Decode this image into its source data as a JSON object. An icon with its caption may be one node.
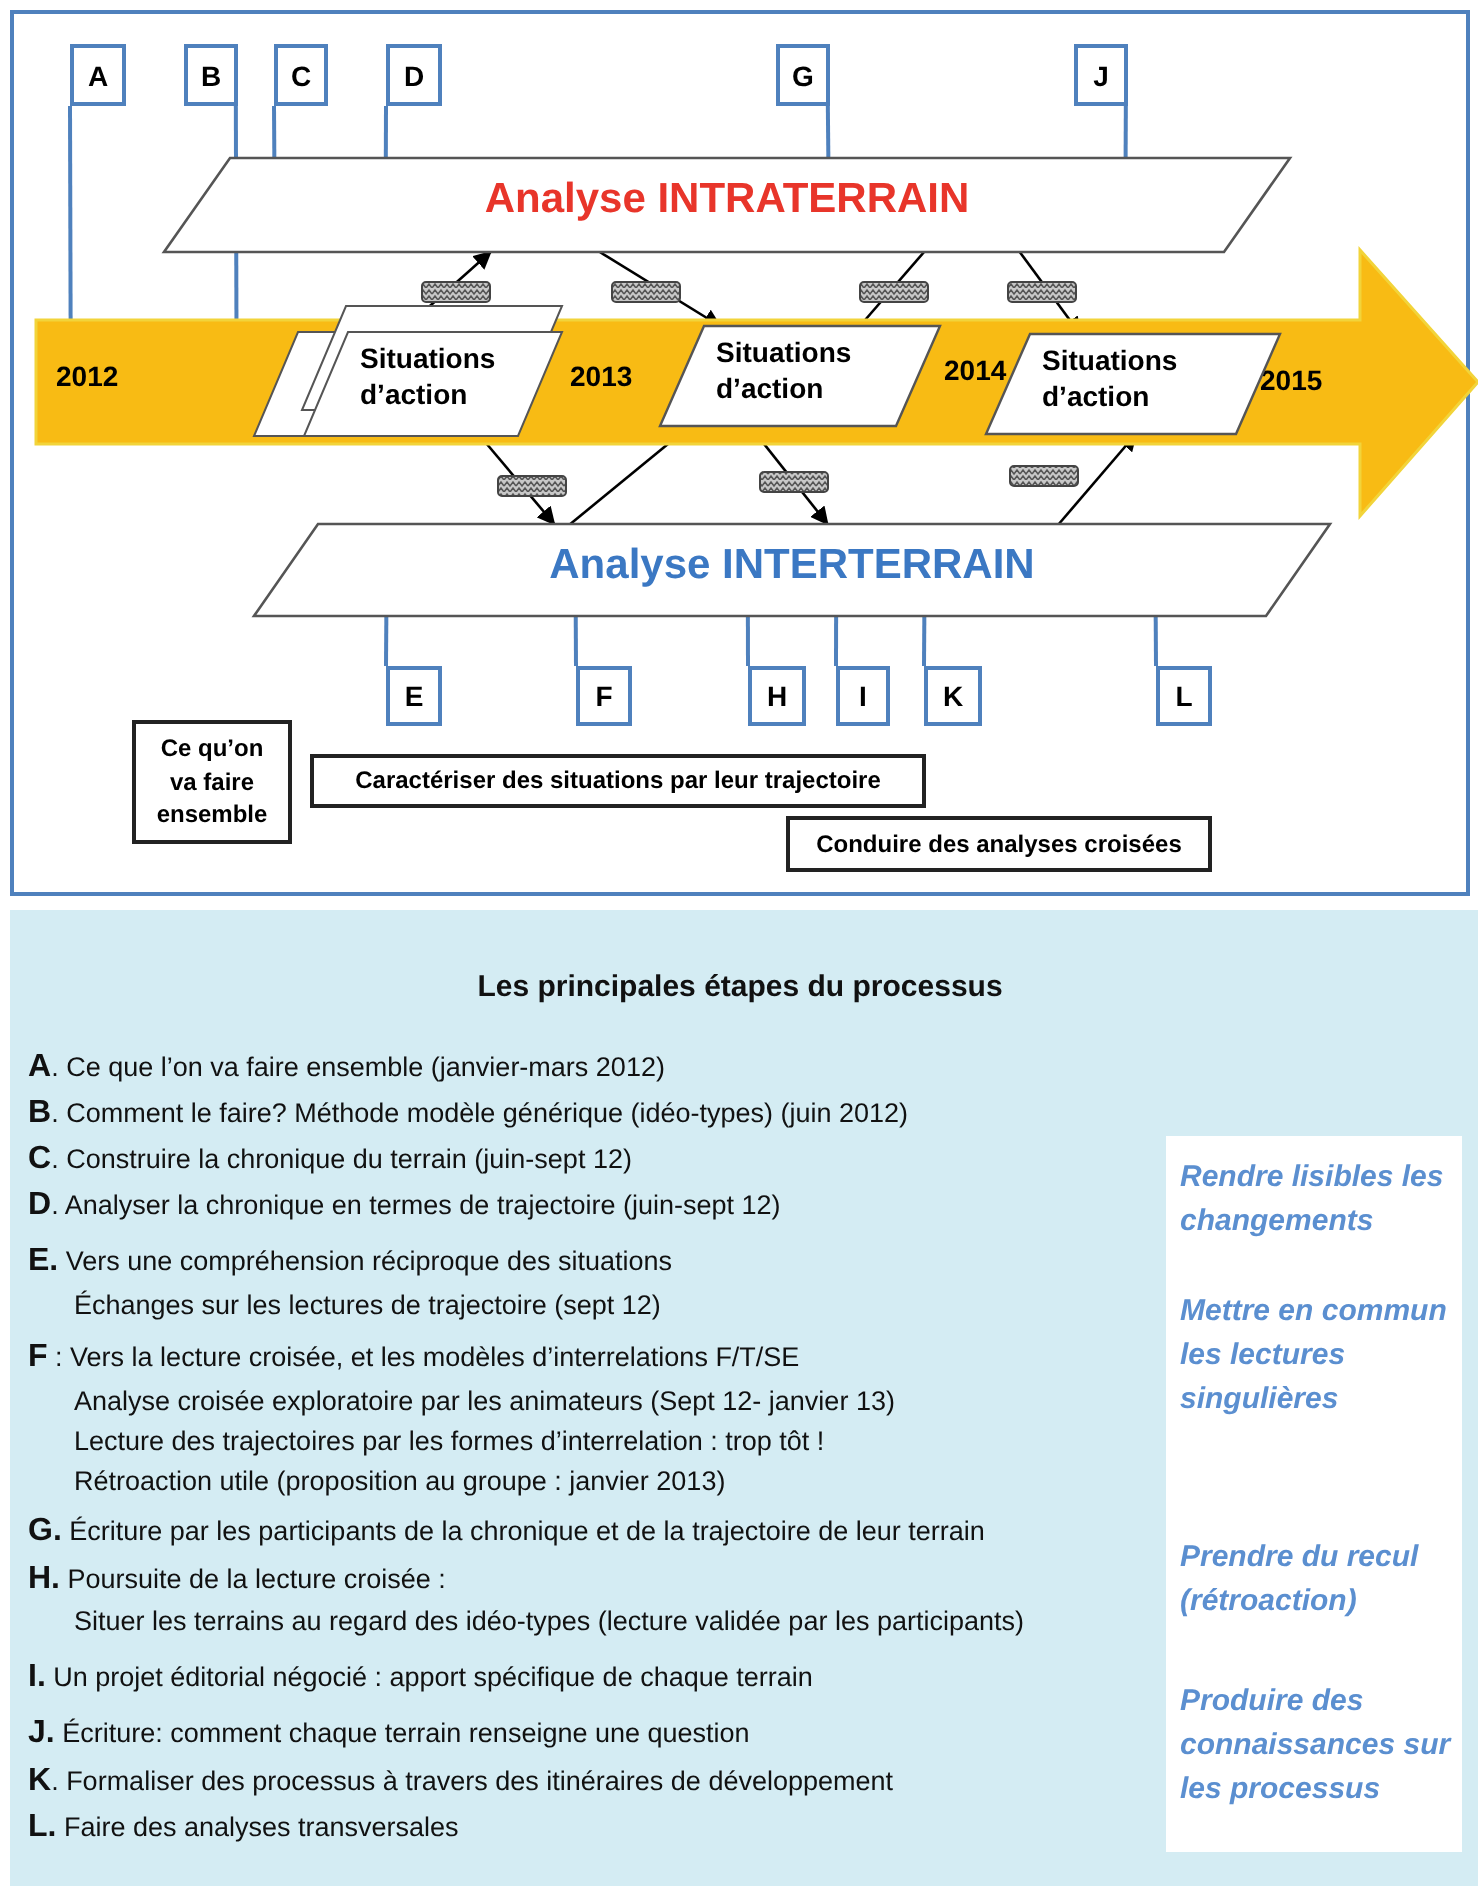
{
  "diagram": {
    "nodes": [
      {
        "text": [
          "A"
        ]
      },
      {
        "text": [
          "B"
        ]
      },
      {
        "text": [
          "C"
        ]
      },
      {
        "text": [
          "D"
        ]
      },
      {
        "text": [
          "G"
        ]
      },
      {
        "text": [
          "J"
        ]
      },
      {
        "text": [
          "Analyse INTRATERRAIN"
        ]
      },
      {
        "text": [
          "2012",
          "2013",
          "2014",
          "2015"
        ]
      },
      {
        "text": [
          "Situations d’action"
        ],
        "in": 7
      },
      {
        "text": [
          "Situations d’action"
        ],
        "in": 7
      },
      {
        "text": [
          "Situations d’action"
        ],
        "in": 7
      },
      {
        "text": [
          "Analyse INTERTERRAIN"
        ]
      },
      {
        "text": [
          "E"
        ]
      },
      {
        "text": [
          "F"
        ]
      },
      {
        "text": [
          "H"
        ]
      },
      {
        "text": [
          "I"
        ]
      },
      {
        "text": [
          "K"
        ]
      },
      {
        "text": [
          "L"
        ]
      },
      {
        "text": [
          "Ce qu’on va faire ensemble"
        ]
      },
      {
        "text": [
          "Caractériser des situations par leur trajectoire"
        ]
      },
      {
        "text": [
          "Conduire des analyses croisées"
        ]
      },
      {
        "text": [
          "Les principales étapes du processus",
          "**A**. Ce que l’on va faire ensemble (janvier-mars 2012)",
          "**B**. Comment le faire? Méthode modèle générique (idéo-types) (juin 2012)",
          "**C**. Construire la chronique du terrain (juin-sept 12)",
          "**D**. Analyser la chronique en termes de trajectoire (juin-sept 12)",
          "**E.** Vers une compréhension réciproque des situations",
          "Échanges sur les lectures de trajectoire (sept 12)",
          "**F** : Vers la lecture croisée, et les modèles d’interrelations F/T/SE",
          "Analyse croisée exploratoire par les animateurs (Sept 12- janvier 13)",
          "Lecture des trajectoires par les formes d’interrelation : trop tôt !",
          "Rétroaction utile (proposition au groupe : janvier 2013)",
          "**G.** Écriture par les participants de la chronique et de la trajectoire de leur terrain",
          "**H.** Poursuite de la lecture croisée :",
          "Situer les terrains au regard des idéo-types (lecture validée par les participants)",
          "**I.** Un projet éditorial négocié : apport spécifique de chaque terrain",
          "**J.** Écriture: comment chaque terrain renseigne une question",
          "**K**. Formaliser des processus à travers des itinéraires de développement",
          "**L.** Faire des analyses transversales"
        ]
      },
      {
        "text": [
          "Rendre lisibles les changements",
          "Mettre en commun les lectures singulières",
          "Prendre du recul (rétroaction)",
          "Produire des connaissances sur les processus"
        ],
        "in": 21
      }
    ],
    "edges": [
      {
        "from": 0,
        "to": 7,
        "arrow": "none"
      },
      {
        "from": 1,
        "to": 7,
        "arrow": "none"
      },
      {
        "from": 2,
        "to": 6,
        "arrow": "none"
      },
      {
        "from": 3,
        "to": 6,
        "arrow": "none"
      },
      {
        "from": 4,
        "to": 6,
        "arrow": "none"
      },
      {
        "from": 5,
        "to": 6,
        "arrow": "none"
      },
      {
        "from": 8,
        "to": 6,
        "arrow": "to",
        "color": "#000000"
      },
      {
        "from": 6,
        "to": 9,
        "arrow": "to",
        "color": "#000000"
      },
      {
        "from": 9,
        "to": 6,
        "arrow": "none",
        "color": "#000000"
      },
      {
        "from": 6,
        "to": 10,
        "arrow": "to",
        "color": "#000000"
      },
      {
        "from": 8,
        "to": 11,
        "arrow": "to",
        "color": "#000000"
      },
      {
        "from": 11,
        "to": 9,
        "arrow": "to",
        "color": "#000000"
      },
      {
        "from": 9,
        "to": 11,
        "arrow": "to",
        "color": "#000000"
      },
      {
        "from": 11,
        "to": 10,
        "arrow": "to",
        "color": "#000000"
      },
      {
        "from": 12,
        "to": 11,
        "arrow": "none"
      },
      {
        "from": 13,
        "to": 11,
        "arrow": "none"
      },
      {
        "from": 14,
        "to": 11,
        "arrow": "none"
      },
      {
        "from": 15,
        "to": 11,
        "arrow": "none"
      },
      {
        "from": 16,
        "to": 11,
        "arrow": "none"
      },
      {
        "from": 17,
        "to": 11,
        "arrow": "none"
      }
    ]
  }
}
